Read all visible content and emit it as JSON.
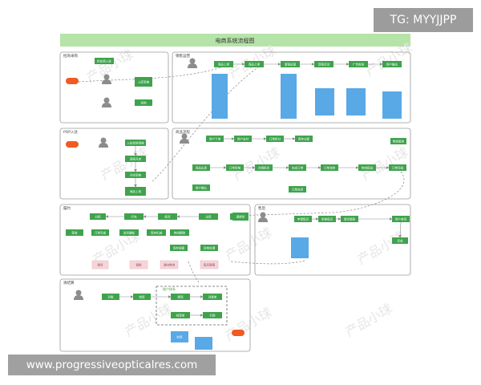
{
  "overlay": {
    "tag": "TG: MYYJJPP",
    "site": "www.progressiveopticalres.com"
  },
  "diagram": {
    "title": "电商系统流程图",
    "sections": {
      "s1": "招商采购",
      "s2": "销售运营",
      "s3": "POP入驻",
      "s4": "商品流程",
      "s5": "履约",
      "s6": "售后",
      "s7": "清结算"
    },
    "nodes": {
      "n_s1_a": "供应商入驻",
      "n_s1_b": "入库审核",
      "n_s1_c": "采购",
      "n_s2_a": "商品上架",
      "n_s2_b": "商品上架",
      "n_s2_c": "营销运营",
      "n_s2_d": "促销活动",
      "n_s2_e": "广告投放",
      "n_s2_f": "用户触达",
      "n_s3_a": "入驻资质审核",
      "n_s3_b": "商家开店",
      "n_s3_c": "开店审核",
      "n_s3_d": "商品上线",
      "n_s4_a": "用户下单",
      "n_s4_b": "用户支付",
      "n_s4_c": "订单拆分",
      "n_s4_d": "库存分配",
      "n_s4_e": "物流签收",
      "n_s4_f": "商品出库",
      "n_s4_g": "订单审核",
      "n_s4_h": "仓储拣货",
      "n_s4_i": "生成订单",
      "n_s4_j": "订单流转",
      "n_s4_k": "物流配送",
      "n_s4_l": "订单完成",
      "n_s4_m": "用户确认",
      "n_s4_n": "订单关闭",
      "n_s5_a": "分拣",
      "n_s5_b": "打包",
      "n_s5_c": "拣货",
      "n_s5_d": "出库",
      "n_s5_e": "配送",
      "n_s5_f": "签收",
      "n_s5_g": "订单完成",
      "n_s5_h": "发货通知",
      "n_s5_i": "库存扣减",
      "n_s5_j": "物流跟踪",
      "n_s5_k": "库存调度",
      "n_s5_l": "异常处理",
      "n_s5_m": "退货",
      "n_s5_n": "退款",
      "n_s5_o": "逆向物流",
      "n_s5_p": "售后客服",
      "n_s5_q": "退换货",
      "n_s6_a": "申请售后",
      "n_s6_b": "审核售后",
      "n_s6_c": "退货退款",
      "n_s6_d": "用户收货",
      "n_s6_e": "完成",
      "n_s7_a": "对账",
      "n_s7_b": "结算",
      "n_s7_c": "提现",
      "n_s7_d": "对账单",
      "n_s7_e": "结算单",
      "n_s7_f": "打款",
      "n_s7_g": "财务"
    },
    "group_label": "账户体系"
  }
}
